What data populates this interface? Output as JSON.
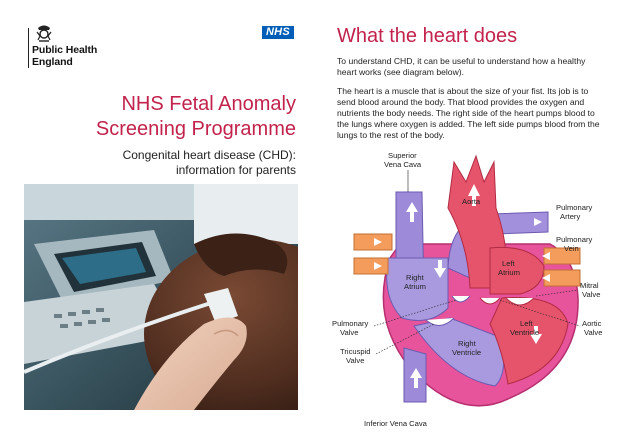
{
  "left_page": {
    "organisation": [
      "Public Health",
      "England"
    ],
    "nhs_logo": "NHS",
    "programme_title": [
      "NHS Fetal Anomaly",
      "Screening Programme"
    ],
    "subtitle": [
      "Congenital heart disease (CHD):",
      "information for parents"
    ]
  },
  "right_page": {
    "heading": "What the heart does",
    "paragraph1": "To understand CHD, it can be useful to understand how a healthy heart works (see diagram below).",
    "paragraph2": "The heart is a muscle that is about the size of your fist. Its job is to send blood around the body. That blood provides the oxygen and nutrients the body needs. The right side of the heart pumps blood to the lungs where oxygen is added. The left side pumps blood from the lungs to the rest of the body."
  },
  "diagram_labels": {
    "superior_vena_cava": [
      "Superior",
      "Vena Cava"
    ],
    "aorta": "Aorta",
    "pulmonary_artery": [
      "Pulmonary",
      "Artery"
    ],
    "pulmonary_vein": [
      "Pulmonary",
      "Vein"
    ],
    "left_atrium": [
      "Left",
      "Atrium"
    ],
    "right_atrium": [
      "Right",
      "Atrium"
    ],
    "mitral_valve": [
      "Mitral",
      "Valve"
    ],
    "aortic_valve": [
      "Aortic",
      "Valve"
    ],
    "left_ventricle": [
      "Left",
      "Ventricle"
    ],
    "right_ventricle": [
      "Right",
      "Ventricle"
    ],
    "pulmonary_valve": [
      "Pulmonary",
      "Valve"
    ],
    "tricuspid_valve": [
      "Tricuspid",
      "Valve"
    ],
    "inferior_vena_cava": "Inferior Vena Cava"
  },
  "colors": {
    "heading_pink": "#c3224c",
    "nhs_blue": "#005eb8",
    "oxygenated_red": "#e5546a",
    "deoxygenated_purple": "#9d8ad9",
    "pulmonary_vein_orange": "#f39c5c",
    "heart_wall_pink": "#e8549c"
  }
}
